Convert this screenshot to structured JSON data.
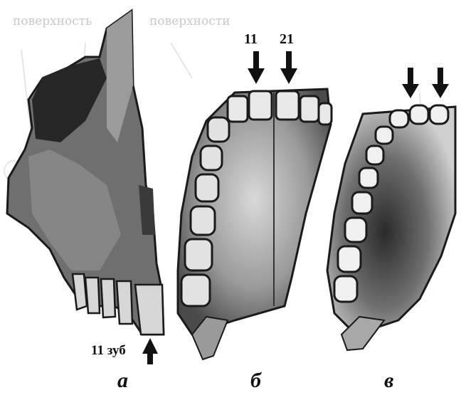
{
  "figure": {
    "panel_a": {
      "caption": "а",
      "arrow_label": "11 зуб"
    },
    "panel_b": {
      "caption": "б",
      "tooth_labels": [
        "11",
        "21"
      ]
    },
    "panel_c": {
      "caption": "в"
    }
  },
  "background_text": {
    "top_left": "поверхность",
    "top_left_2": "поверхности"
  }
}
